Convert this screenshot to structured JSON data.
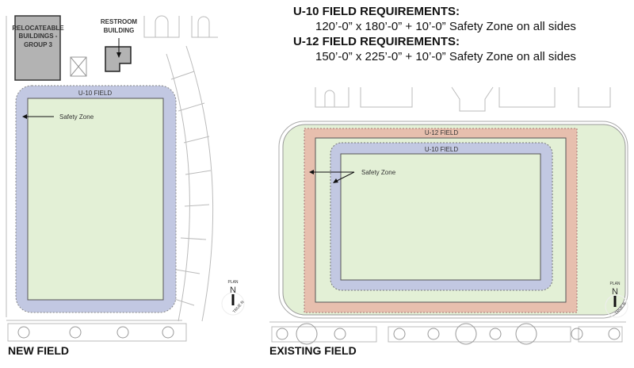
{
  "requirements": {
    "u10_title": "U-10 FIELD REQUIREMENTS:",
    "u10_spec": "120’-0” x 180’-0”  +  10’-0” Safety Zone on all sides",
    "u12_title": "U-12 FIELD REQUIREMENTS:",
    "u12_spec": "150’-0” x 225’-0”  +  10’-0” Safety Zone on all sides"
  },
  "new_field": {
    "caption": "NEW FIELD",
    "building_label": [
      "RELOCATEABLE",
      "BUILDINGS -",
      "GROUP 3"
    ],
    "restroom_label": [
      "RESTROOM",
      "BUILDING"
    ],
    "field_label": "U-10 FIELD",
    "safety_zone": "Safety Zone"
  },
  "existing_field": {
    "caption": "EXISTING FIELD",
    "u12_label": "U-12 FIELD",
    "u10_label": "U-10 FIELD",
    "safety_zone": "Safety Zone"
  },
  "compass": {
    "plan": "PLAN",
    "north": "N",
    "true_n": "TRUE N"
  },
  "colors": {
    "grass": "#e3f0d6",
    "u10_zone": "#c2c8e2",
    "u12_zone": "#e7bfae",
    "building": "#b3b3b3"
  }
}
